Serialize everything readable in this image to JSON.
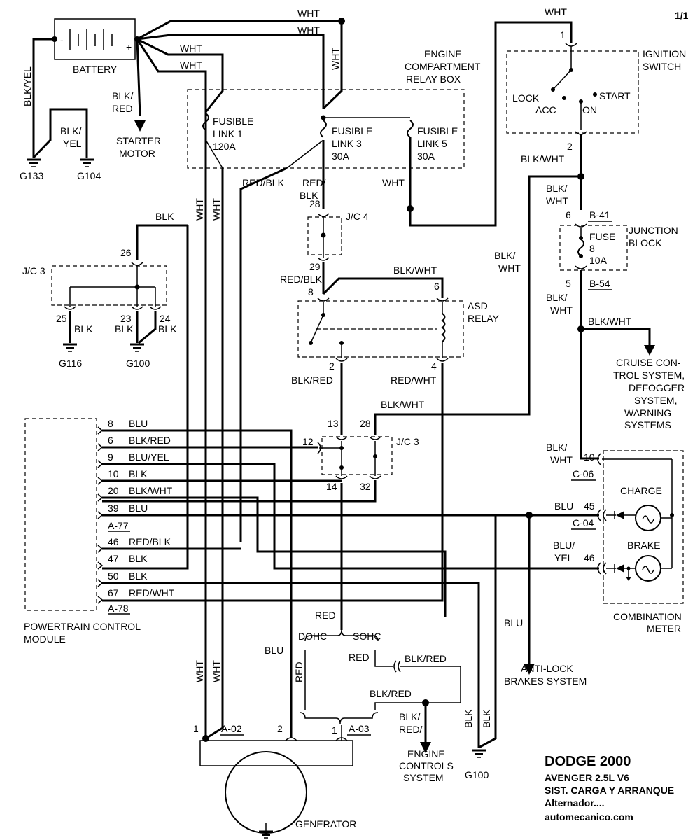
{
  "page_marker": "1/1",
  "battery": {
    "label": "BATTERY",
    "minus": "-",
    "plus": "+"
  },
  "grounds": {
    "g133": "G133",
    "g104": "G104",
    "g116": "G116",
    "g100a": "G100",
    "g100b": "G100"
  },
  "starter": {
    "wire": [
      "BLK/",
      "RED"
    ],
    "label": [
      "STARTER",
      "MOTOR"
    ]
  },
  "relay_box": {
    "label": [
      "ENGINE",
      "COMPARTMENT",
      "RELAY BOX"
    ],
    "fusible1": [
      "FUSIBLE",
      "LINK 1",
      "120A"
    ],
    "fusible3": [
      "FUSIBLE",
      "LINK 3",
      "30A"
    ],
    "fusible5": [
      "FUSIBLE",
      "LINK 5",
      "30A"
    ]
  },
  "ignition": {
    "label": [
      "IGNITION",
      "SWITCH"
    ],
    "lock": "LOCK",
    "acc": "ACC",
    "on": "ON",
    "start": "START",
    "pin1": "1",
    "pin2": "2"
  },
  "junction_block": {
    "label": [
      "JUNCTION",
      "BLOCK"
    ],
    "fuse": [
      "FUSE",
      "8",
      "10A"
    ],
    "pin6": "6",
    "b41": "B-41",
    "pin5": "5",
    "b54": "B-54"
  },
  "jc3_top": {
    "label": "J/C 3",
    "p26": "26",
    "p25": "25",
    "p23": "23",
    "p24": "24"
  },
  "jc4": {
    "label": "J/C 4",
    "p28": "28",
    "p29": "29"
  },
  "asd": {
    "label": [
      "ASD",
      "RELAY"
    ],
    "p8": "8",
    "p6": "6",
    "p2": "2",
    "p4": "4"
  },
  "jc3_mid": {
    "label": "J/C 3",
    "p13": "13",
    "p28": "28",
    "p12": "12",
    "p14": "14",
    "p32": "32"
  },
  "pcm": {
    "label": [
      "POWERTRAIN CONTROL",
      "MODULE"
    ],
    "pins": [
      {
        "pin": "8",
        "color": "BLU"
      },
      {
        "pin": "6",
        "color": "BLK/RED"
      },
      {
        "pin": "9",
        "color": "BLU/YEL"
      },
      {
        "pin": "10",
        "color": "BLK"
      },
      {
        "pin": "20",
        "color": "BLK/WHT"
      },
      {
        "pin": "39",
        "color": "BLU"
      },
      {
        "pin": "46",
        "color": "RED/BLK"
      },
      {
        "pin": "47",
        "color": "BLK"
      },
      {
        "pin": "50",
        "color": "BLK"
      },
      {
        "pin": "67",
        "color": "RED/WHT"
      }
    ],
    "conn_a77": "A-77",
    "conn_a78": "A-78"
  },
  "meter": {
    "label": [
      "COMBINATION",
      "METER"
    ],
    "charge": "CHARGE",
    "brake": "BRAKE",
    "p10": "10",
    "c06": "C-06",
    "p45": "45",
    "c04": "C-04",
    "p46": "46"
  },
  "cruise": [
    "CRUISE CON-",
    "TROL SYSTEM,",
    "DEFOGGER",
    "SYSTEM,",
    "WARNING",
    "SYSTEMS"
  ],
  "abs": [
    "ANTI-LOCK",
    "BRAKES SYSTEM"
  ],
  "ecs": [
    "ENGINE",
    "CONTROLS",
    "SYSTEM"
  ],
  "generator": {
    "label": "GENERATOR",
    "p1": "1",
    "a02": "A-02",
    "p2": "2",
    "p1b": "1",
    "a03": "A-03"
  },
  "engine_opts": {
    "dohc": "DOHC",
    "sohc": "SOHC"
  },
  "wires": {
    "wht": "WHT",
    "blk": "BLK",
    "blu": "BLU",
    "red": "RED",
    "blk_yel": "BLK/YEL",
    "blk_slash": "BLK/",
    "yel": "YEL",
    "red_blk": "RED/BLK",
    "red_slash": "RED/",
    "blk_wht": "BLK/WHT",
    "blk_red": "BLK/RED",
    "red_wht": "RED/WHT",
    "wht2": "WHT",
    "blu_slash": "BLU/",
    "blu_yel_yel": "YEL",
    "blk_red_slash": "BLK/",
    "red2": "RED"
  },
  "title": {
    "line1": "DODGE 2000",
    "line2": "AVENGER  2.5L  V6",
    "line3": "SIST. CARGA Y ARRANQUE",
    "line4": "Alternador....",
    "line5": "automecanico.com"
  }
}
